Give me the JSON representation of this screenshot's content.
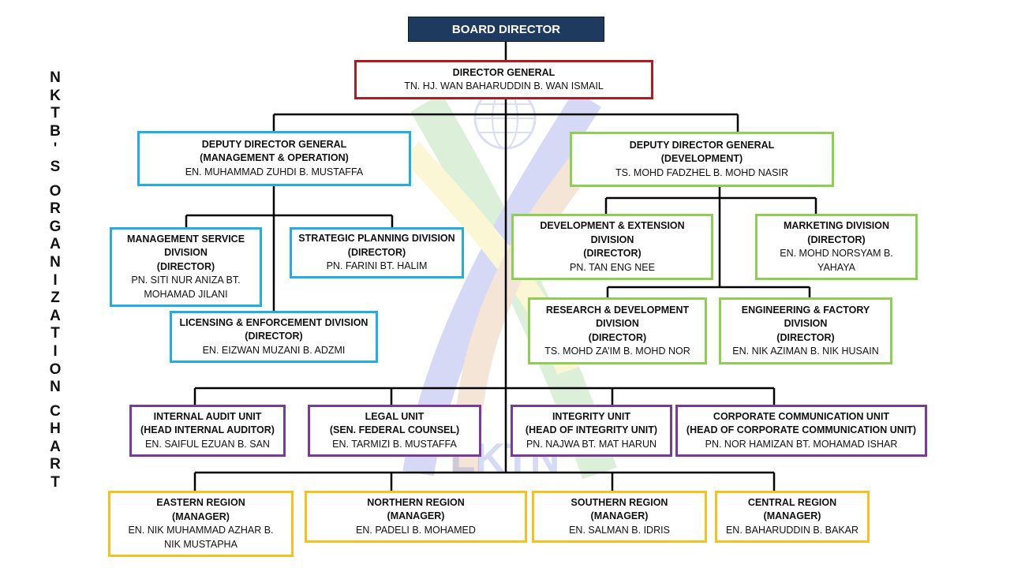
{
  "side_title": "NKTB'S ORGANIZATION CHART",
  "board": "BOARD DIRECTOR",
  "dg": {
    "title": "DIRECTOR GENERAL",
    "name": "TN. HJ. WAN BAHARUDDIN B. WAN ISMAIL"
  },
  "ddg_mo": {
    "title": "DEPUTY DIRECTOR GENERAL",
    "sub": "(MANAGEMENT & OPERATION)",
    "name": "EN. MUHAMMAD ZUHDI B. MUSTAFFA"
  },
  "ddg_dev": {
    "title": "DEPUTY DIRECTOR GENERAL",
    "sub": "(DEVELOPMENT)",
    "name": "TS. MOHD FADZHEL B. MOHD NASIR"
  },
  "msd": {
    "title1": "MANAGEMENT SERVICE",
    "title2": "DIVISION",
    "role": "(DIRECTOR)",
    "name1": "PN. SITI NUR ANIZA BT.",
    "name2": "MOHAMAD JILANI"
  },
  "spd": {
    "title": "STRATEGIC PLANNING DIVISION",
    "role": "(DIRECTOR)",
    "name": "PN. FARINI BT. HALIM"
  },
  "led": {
    "title": "LICENSING & ENFORCEMENT DIVISION",
    "role": "(DIRECTOR)",
    "name": "EN. EIZWAN MUZANI B. ADZMI"
  },
  "ded": {
    "title1": "DEVELOPMENT & EXTENSION",
    "title2": "DIVISION",
    "role": "(DIRECTOR)",
    "name": "PN. TAN ENG NEE"
  },
  "mkd": {
    "title": "MARKETING DIVISION",
    "role": "(DIRECTOR)",
    "name1": "EN. MOHD NORSYAM B.",
    "name2": "YAHAYA"
  },
  "rdd": {
    "title1": "RESEARCH & DEVELOPMENT",
    "title2": "DIVISION",
    "role": "(DIRECTOR)",
    "name": "TS. MOHD ZA’IM B. MOHD NOR"
  },
  "efd": {
    "title1": "ENGINEERING & FACTORY",
    "title2": "DIVISION",
    "role": "(DIRECTOR)",
    "name": "EN. NIK AZIMAN B. NIK HUSAIN"
  },
  "iau": {
    "title": "INTERNAL AUDIT UNIT",
    "role": "(HEAD INTERNAL AUDITOR)",
    "name": "EN. SAIFUL EZUAN B. SAN"
  },
  "lu": {
    "title": "LEGAL UNIT",
    "role": "(SEN. FEDERAL COUNSEL)",
    "name": "EN. TARMIZI B. MUSTAFFA"
  },
  "iu": {
    "title": "INTEGRITY UNIT",
    "role": "(HEAD OF INTEGRITY UNIT)",
    "name": "PN. NAJWA BT. MAT HARUN"
  },
  "ccu": {
    "title": "CORPORATE COMMUNICATION UNIT",
    "role": "(HEAD OF CORPORATE COMMUNICATION UNIT)",
    "name": "PN. NOR HAMIZAN BT. MOHAMAD ISHAR"
  },
  "er": {
    "title": "EASTERN REGION",
    "role": "(MANAGER)",
    "name1": "EN. NIK MUHAMMAD AZHAR B.",
    "name2": "NIK MUSTAPHA"
  },
  "nr": {
    "title": "NORTHERN REGION",
    "role": "(MANAGER)",
    "name": "EN. PADELI B. MOHAMED"
  },
  "sr": {
    "title": "SOUTHERN REGION",
    "role": "(MANAGER)",
    "name": "EN. SALMAN B. IDRIS"
  },
  "cr": {
    "title": "CENTRAL REGION",
    "role": "(MANAGER)",
    "name": "EN. BAHARUDDIN B. BAKAR"
  },
  "watermark_text": "LKTN",
  "colors": {
    "board": "#1f3a5f",
    "director_general": "#b01c22",
    "management_operation": "#22aee3",
    "development": "#8ccf52",
    "units": "#7a3b98",
    "regions": "#f4c21f"
  }
}
